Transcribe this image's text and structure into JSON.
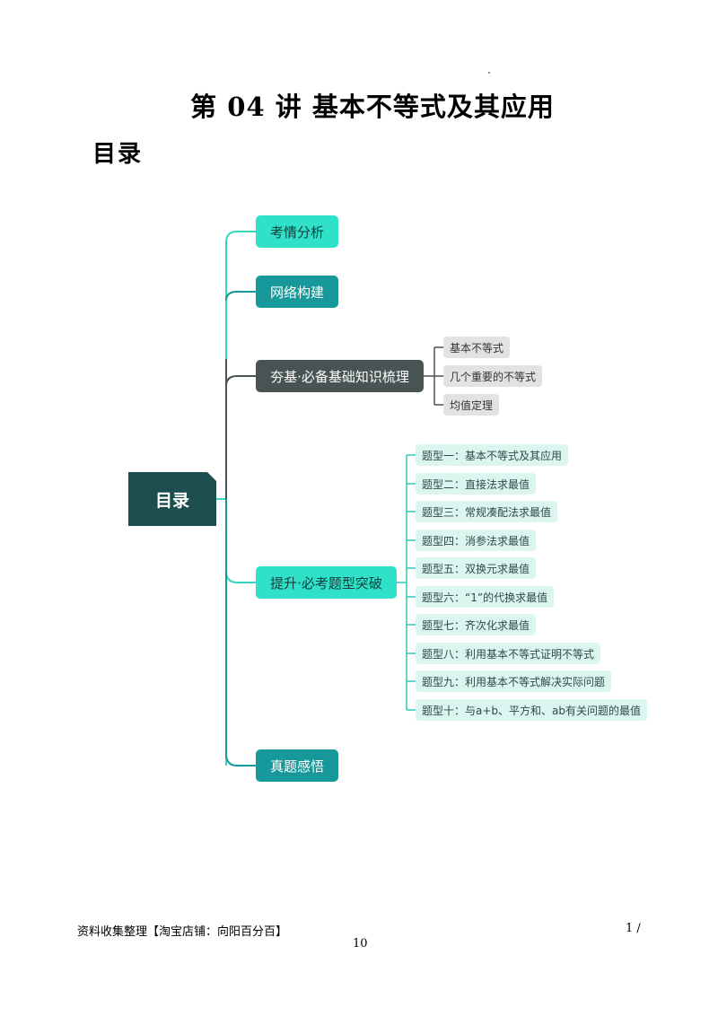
{
  "header": {
    "title": "第 04 讲  基本不等式及其应用",
    "subtitle": "目录"
  },
  "mindmap": {
    "root": "目录",
    "branches": [
      {
        "label": "考情分析"
      },
      {
        "label": "网络构建"
      },
      {
        "label": "夯基·必备基础知识梳理",
        "children": [
          "基本不等式",
          "几个重要的不等式",
          "均值定理"
        ]
      },
      {
        "label": "提升·必考题型突破",
        "children": [
          "题型一：基本不等式及其应用",
          "题型二：直接法求最值",
          "题型三：常规凑配法求最值",
          "题型四：消参法求最值",
          "题型五：双换元求最值",
          "题型六：“1”的代换求最值",
          "题型七：齐次化求最值",
          "题型八：利用基本不等式证明不等式",
          "题型九：利用基本不等式解决实际问题",
          "题型十：与a+b、平方和、ab有关问题的最值"
        ]
      },
      {
        "label": "真题感悟"
      }
    ]
  },
  "footer": {
    "left": "资料收集整理【淘宝店铺：向阳百分百】",
    "page": "1 /",
    "total": "10"
  },
  "colors": {
    "root": "#1d4d4f",
    "teal": "#2ee1c8",
    "dark_teal": "#17989a",
    "gray": "#485453"
  }
}
